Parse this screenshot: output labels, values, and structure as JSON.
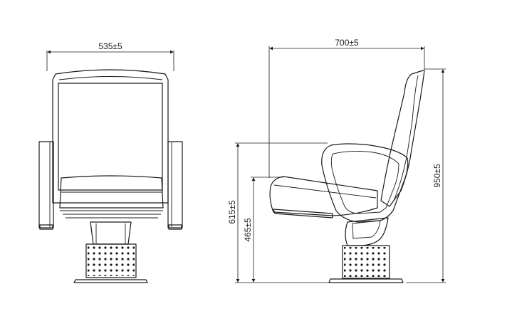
{
  "front_view": {
    "width_dim": "535±5"
  },
  "side_view": {
    "depth_dim": "700±5",
    "height_dim": "950±5",
    "armrest_height_dim": "615±5",
    "seat_height_dim": "465±5"
  }
}
